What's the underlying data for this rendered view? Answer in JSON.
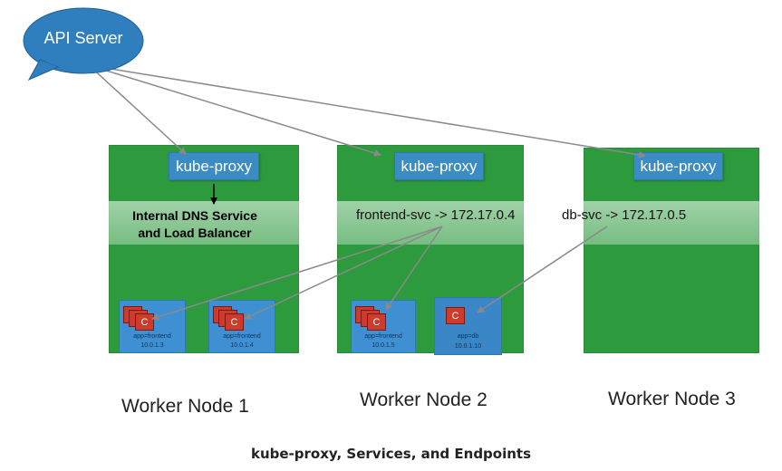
{
  "api_server": {
    "label": "API Server"
  },
  "nodes": [
    {
      "kube_proxy": "kube-proxy",
      "name": "Worker Node 1"
    },
    {
      "kube_proxy": "kube-proxy",
      "name": "Worker Node 2"
    },
    {
      "kube_proxy": "kube-proxy",
      "name": "Worker Node 3"
    }
  ],
  "dns": {
    "line1": "Internal DNS Service",
    "line2": "and Load Balancer"
  },
  "services": {
    "frontend": "frontend-svc -> 172.17.0.4",
    "db": "db-svc -> 172.17.0.5"
  },
  "pods": [
    {
      "container": "C",
      "label": "app=frontend",
      "ip": "10.0.1.3"
    },
    {
      "container": "C",
      "label": "app=frontend",
      "ip": "10.0.1.4"
    },
    {
      "container": "C",
      "label": "app=frontend",
      "ip": "10.0.1.5"
    },
    {
      "container": "C",
      "label": "app=db",
      "ip": "10.0.1.10"
    }
  ],
  "caption": "kube-proxy, Services, and Endpoints",
  "colors": {
    "node_green": "#2e9a3e",
    "proxy_blue": "#3b8bc4",
    "container_red": "#cc3b2c",
    "bubble": "#2f7fbf"
  }
}
